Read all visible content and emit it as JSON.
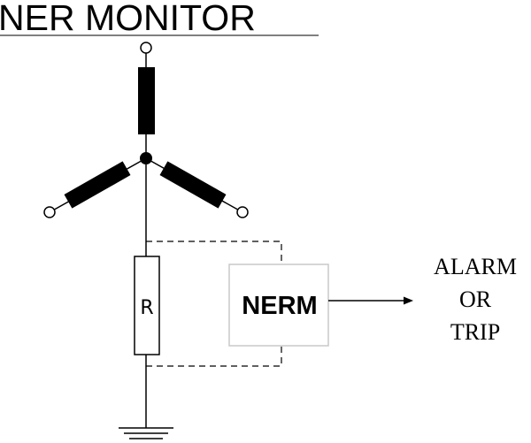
{
  "title": "NER MONITOR",
  "resistor": {
    "label": "R"
  },
  "monitor": {
    "label": "NERM"
  },
  "output": {
    "lines": [
      "ALARM",
      "OR",
      "TRIP"
    ]
  },
  "colors": {
    "line": "#000000",
    "monitor_border": "#c8c8c8",
    "background": "#ffffff"
  }
}
